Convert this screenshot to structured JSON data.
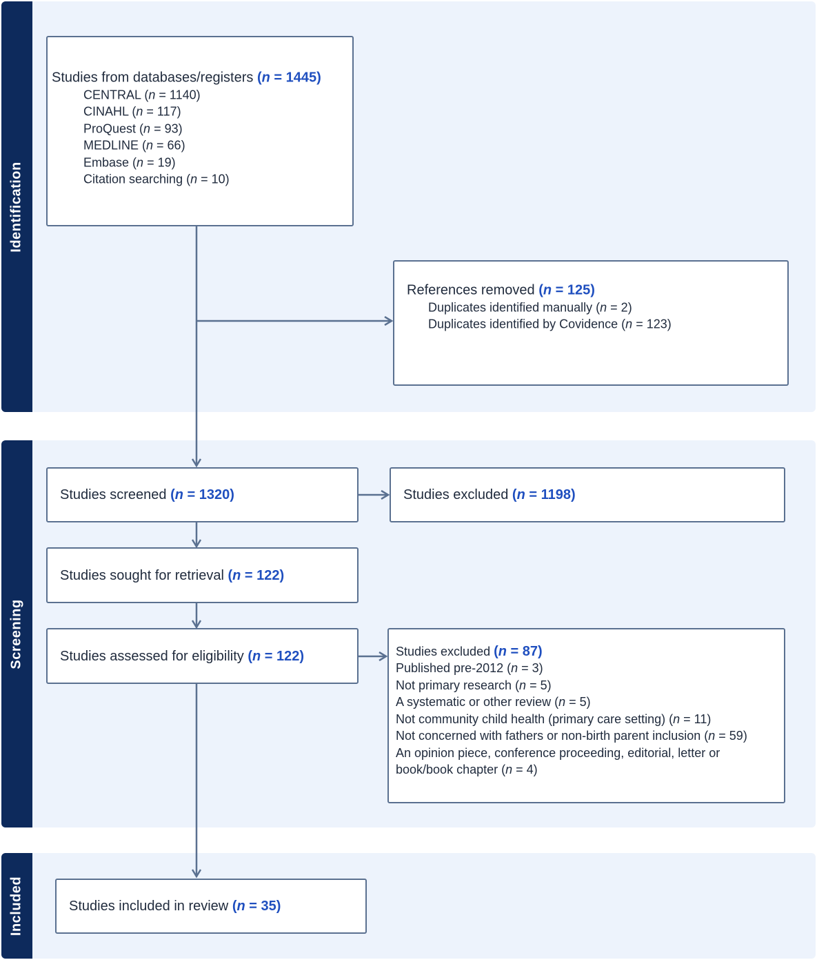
{
  "phases": {
    "identification": "Identification",
    "screening": "Screening",
    "included": "Included"
  },
  "count_var": "n",
  "identification_box": {
    "title": "Studies from databases/registers",
    "count": "1445",
    "sources": [
      {
        "name": "CENTRAL",
        "count": "1140"
      },
      {
        "name": "CINAHL",
        "count": "117"
      },
      {
        "name": "ProQuest",
        "count": "93"
      },
      {
        "name": "MEDLINE",
        "count": "66"
      },
      {
        "name": "Embase",
        "count": "19"
      },
      {
        "name": "Citation searching",
        "count": "10"
      }
    ]
  },
  "removed_box": {
    "title": "References removed",
    "count": "125",
    "items": [
      {
        "name": "Duplicates identified manually",
        "count": "2"
      },
      {
        "name": "Duplicates identified by Covidence",
        "count": "123"
      }
    ]
  },
  "screened_box": {
    "title": "Studies screened",
    "count": "1320"
  },
  "excluded_box": {
    "title": "Studies excluded",
    "count": "1198"
  },
  "retrieval_box": {
    "title": "Studies sought for retrieval",
    "count": "122"
  },
  "eligibility_box": {
    "title": "Studies assessed for eligibility",
    "count": "122"
  },
  "eligibility_excluded_box": {
    "title": "Studies excluded",
    "count": "87",
    "reasons": [
      {
        "name": "Published pre-2012",
        "count": "3"
      },
      {
        "name": "Not primary research",
        "count": "5"
      },
      {
        "name": "A systematic or other review",
        "count": "5"
      },
      {
        "name": "Not community child health (primary care setting)",
        "count": "11"
      },
      {
        "name": "Not concerned with fathers or non-birth parent inclusion",
        "count": "59"
      },
      {
        "name": "An opinion piece, conference proceeding, editorial, letter or",
        "count": ""
      },
      {
        "name": "book/book chapter",
        "count": "4"
      }
    ]
  },
  "included_box": {
    "title": "Studies included in review",
    "count": "35"
  },
  "colors": {
    "band": "#edf3fc",
    "tab": "#0d2a5c",
    "box_border": "#5a7090",
    "count": "#1f4fbf",
    "arrow": "#5a7090"
  }
}
